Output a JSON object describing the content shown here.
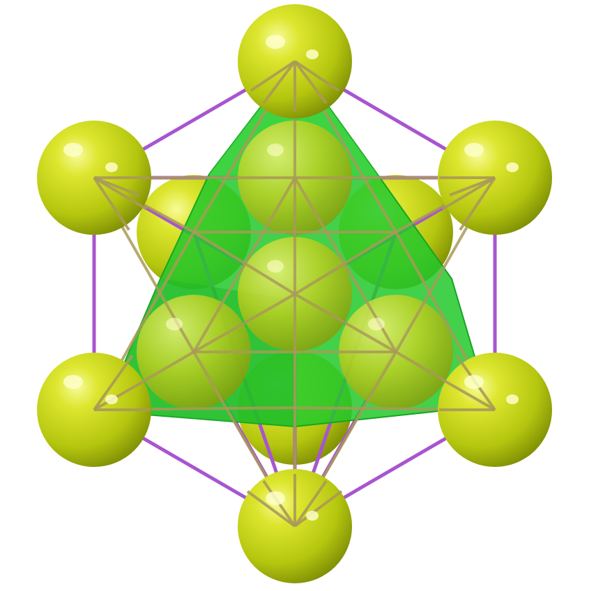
{
  "colors": {
    "background": "#ffffff",
    "atom_light": "#eef25a",
    "atom_mid": "#c2d416",
    "atom_dark": "#7f8f05",
    "bond": "#a855cf",
    "polyhedron_fill": "#22c82a",
    "polyhedron_edge": "#1aa322",
    "inner_spoke": "#a99a58"
  },
  "structure": {
    "atoms": [
      {
        "id": "a-top"
      },
      {
        "id": "a-upper-left"
      },
      {
        "id": "a-upper-right"
      },
      {
        "id": "a-lower-left"
      },
      {
        "id": "a-lower-right"
      },
      {
        "id": "a-bottom"
      },
      {
        "id": "a-back-top"
      },
      {
        "id": "a-back-left"
      },
      {
        "id": "a-back-right"
      },
      {
        "id": "a-front-center"
      },
      {
        "id": "a-front-left"
      },
      {
        "id": "a-front-right"
      },
      {
        "id": "a-back-bottom"
      }
    ]
  }
}
